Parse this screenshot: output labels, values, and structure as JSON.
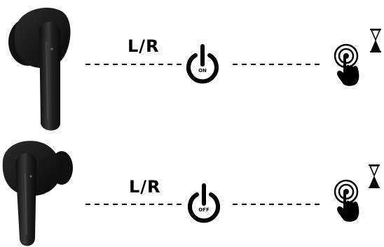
{
  "rows": [
    {
      "earbud_label": "L/R",
      "power_state": "ON",
      "icons": [
        "earbud",
        "power-button-icon",
        "tap-and-hold-icon",
        "hourglass-icon"
      ]
    },
    {
      "earbud_label": "L/R",
      "power_state": "OFF",
      "icons": [
        "earbud",
        "power-button-icon",
        "tap-and-hold-icon",
        "hourglass-icon"
      ]
    }
  ],
  "colors": {
    "ink": "#000000",
    "earbud_body": "#1a1a1a",
    "background": "#ffffff"
  }
}
